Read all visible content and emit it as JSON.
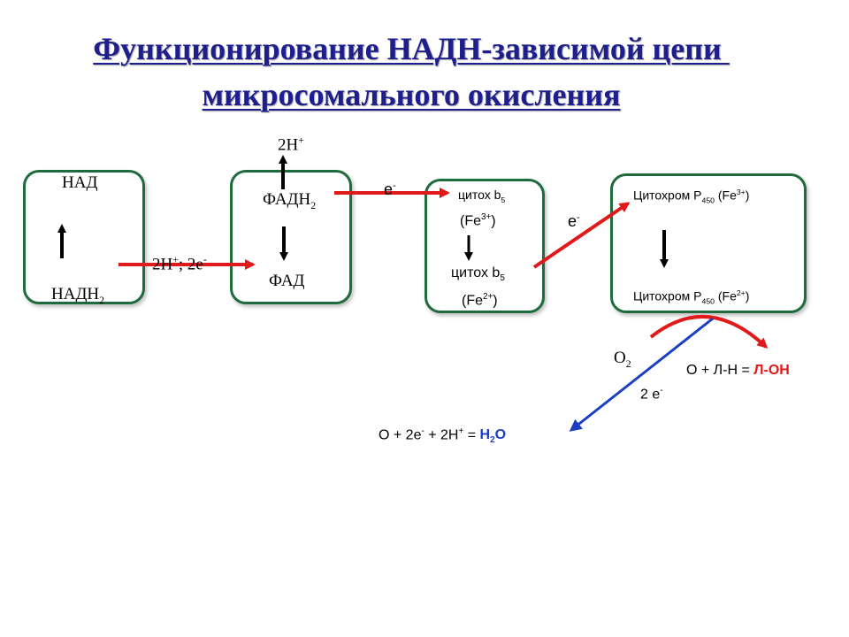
{
  "title": {
    "line1": "Функционирование НАДН-зависимой цепи ",
    "line2": "микросомального окисления"
  },
  "box1": {
    "top_label": "НАД",
    "bottom_label": "НАДН",
    "bottom_sub": "2"
  },
  "box2": {
    "top_label": "ФАДН",
    "top_sub": "2",
    "bottom_label": "ФАД",
    "above_label": "2Н",
    "above_sup": "+"
  },
  "box3": {
    "top_label": "цитох b",
    "top_sub": "5",
    "top_ion": "(Fe",
    "top_ion_sup": "3+",
    "top_ion_close": ")",
    "bottom_label": "цитох b",
    "bottom_sub": "5",
    "bottom_ion": "(Fe",
    "bottom_ion_sup": "2+",
    "bottom_ion_close": ")"
  },
  "box4": {
    "top_label": "Цитохром Р",
    "top_sub": "450",
    "top_ion": " (Fe",
    "top_ion_sup": "3+",
    "top_ion_close": ")",
    "bottom_label": "Цитохром Р",
    "bottom_sub": "450",
    "bottom_ion": " (Fe",
    "bottom_ion_sup": "2+",
    "bottom_ion_close": ")"
  },
  "transfers": {
    "t1_a": "2Н",
    "t1_a_sup": "+",
    "t1_b": "; 2е",
    "t1_b_sup": "-",
    "t2": "е",
    "t2_sup": "-",
    "t3": "е",
    "t3_sup": "-"
  },
  "oxygen": {
    "o2": "О",
    "o2_sub": "2",
    "electrons": "2 е",
    "electrons_sup": "-"
  },
  "equations": {
    "hydroxylation_prefix": "О + Л-Н = ",
    "hydroxylation_product": "Л-ОН",
    "water_prefix_a": "О + 2е",
    "water_prefix_a_sup": "-",
    "water_prefix_b": " + 2Н",
    "water_prefix_b_sup": "+",
    "water_prefix_c": " = ",
    "water_product": "Н",
    "water_product_sub": "2",
    "water_product_tail": "О"
  },
  "colors": {
    "title": "#1e1e8c",
    "box_border": "#1e6b3c",
    "transfer_arrow": "#e01a1a",
    "oxygen_arrow": "#1b3fc2",
    "hydroxyl_product": "#e01a1a",
    "water_product": "#1b3fc2"
  }
}
